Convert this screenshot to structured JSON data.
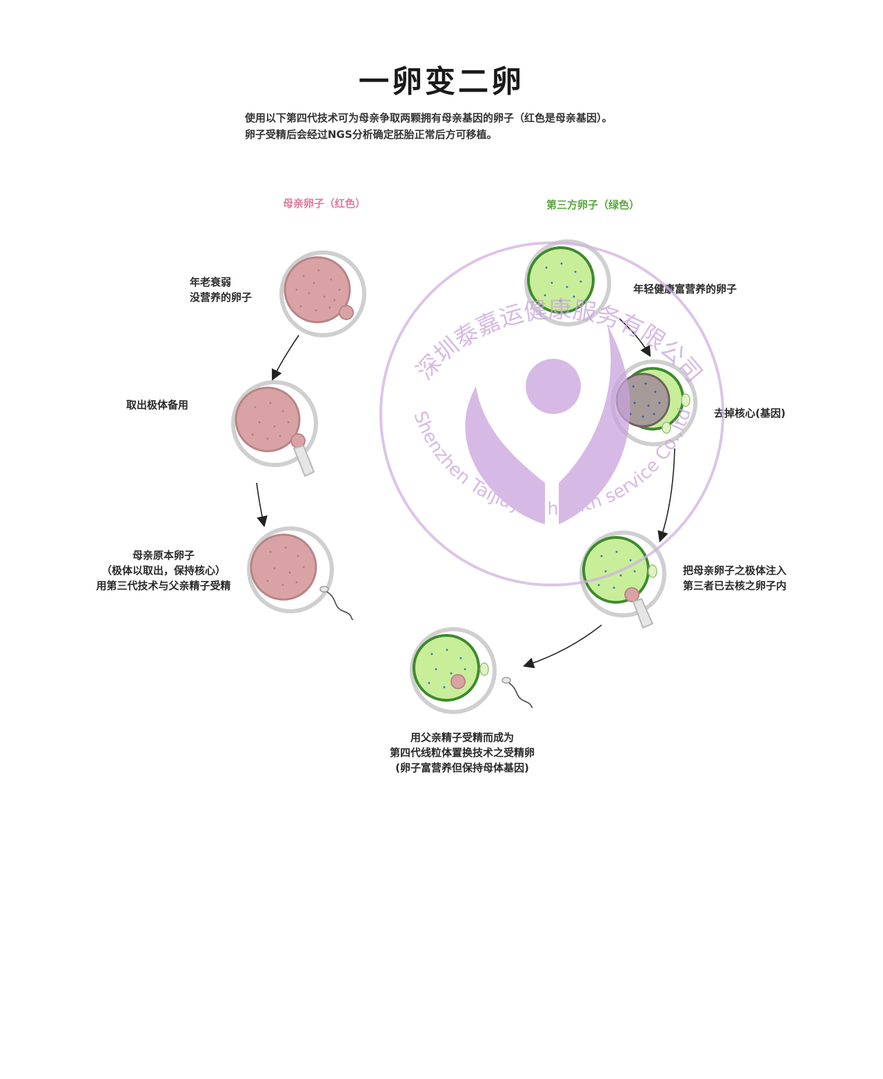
{
  "title": "一卵变二卵",
  "intro": {
    "line1": "使用以下第四代技术可为母亲争取两颗拥有母亲基因的卵子（红色是母亲基因）。",
    "line2": "卵子受精后会经过NGS分析确定胚胎正常后方可移植。"
  },
  "columns": {
    "mother": "母亲卵子（红色）",
    "donor": "第三方卵子（绿色）"
  },
  "steps": {
    "mother_old": {
      "line1": "年老衰弱",
      "line2": "没营养的卵子"
    },
    "polar_body": "取出极体备用",
    "mother_original": {
      "line1": "母亲原本卵子",
      "line2": "（极体以取出，保持核心）",
      "line3": "用第三代技术与父亲精子受精"
    },
    "donor_young": "年轻健康富营养的卵子",
    "enucleate": "去掉核心(基因)",
    "inject": {
      "line1": "把母亲卵子之极体注入",
      "line2": "第三者已去核之卵子内"
    },
    "result": {
      "line1": "用父亲精子受精而成为",
      "line2": "第四代线粒体置换技术之受精卵",
      "line3": "(卵子富营养但保持母体基因)"
    }
  },
  "watermark": {
    "chinese": "深圳泰嘉运健康服务有限公司",
    "english": "Shenzhen Taijiayun health service Co.,ltd"
  },
  "colors": {
    "mother_egg": "#d9a3a6",
    "donor_egg": "#c8ee9a",
    "mother_heading": "#e07a9c",
    "donor_heading": "#5aa640",
    "watermark": "#c9a3dd"
  }
}
